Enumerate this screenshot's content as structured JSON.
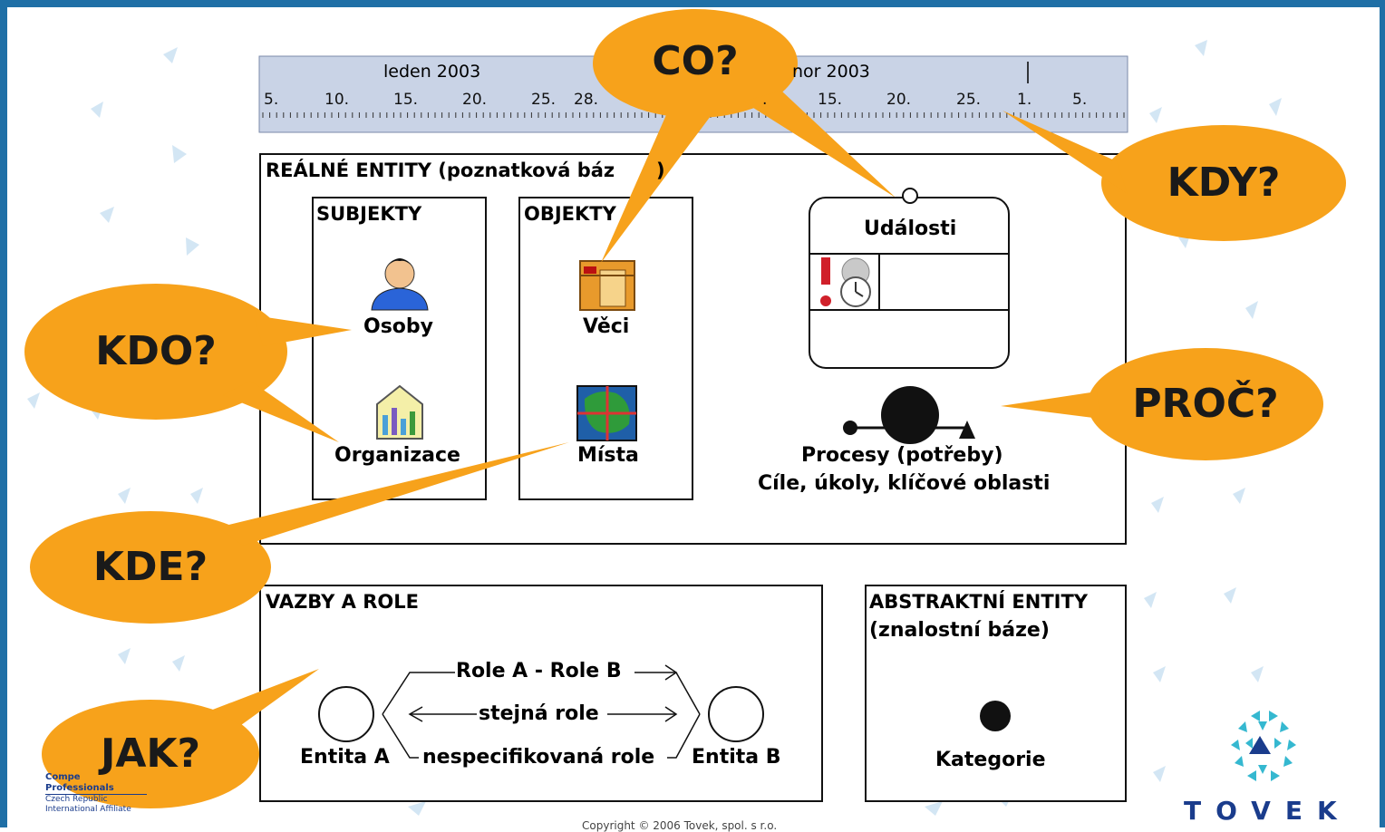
{
  "timeline": {
    "month1": "leden 2003",
    "month2": "nor 2003",
    "ticks": [
      "5.",
      "10.",
      "15.",
      "20.",
      "25.",
      "28.",
      ".",
      "15.",
      "20.",
      "25.",
      "1.",
      "5."
    ]
  },
  "real_entities": {
    "title": "REÁLNÉ ENTITY (poznatková báz",
    "title_end": ")",
    "subjects": {
      "title": "SUBJEKTY",
      "persons": "Osoby",
      "organizations": "Organizace"
    },
    "objects": {
      "title": "OBJEKTY",
      "things": "Věci",
      "places": "Místa"
    },
    "events": "Události",
    "processes": "Procesy (potřeby)",
    "goals": "Cíle, úkoly,  klíčové oblasti"
  },
  "relations": {
    "title": "VAZBY A ROLE",
    "role_ab": "Role A - Role B",
    "same_role": "stejná role",
    "unspecified": "nespecifikovaná role",
    "entity_a": "Entita A",
    "entity_b": "Entita B"
  },
  "abstract": {
    "title_line1": "ABSTRAKTNÍ ENTITY",
    "title_line2": "(znalostní báze)",
    "category": "Kategorie"
  },
  "bubbles": {
    "co": "CO?",
    "kdy": "KDY?",
    "kdo": "KDO?",
    "proc": "PROČ?",
    "kde": "KDE?",
    "jak": "JAK?"
  },
  "footer": {
    "copyright": "Copyright © 2006 Tovek, spol. s r.o.",
    "affiliate_lines": [
      "Compe",
      "Professionals",
      "Czech Republic",
      "International Affiliate"
    ],
    "logo_text": "TOVEK"
  },
  "colors": {
    "bubble": "#f7a21b",
    "frame": "#1f6fa6",
    "timeline": "#c9d3e6",
    "triangles": "#cfe3f3"
  }
}
